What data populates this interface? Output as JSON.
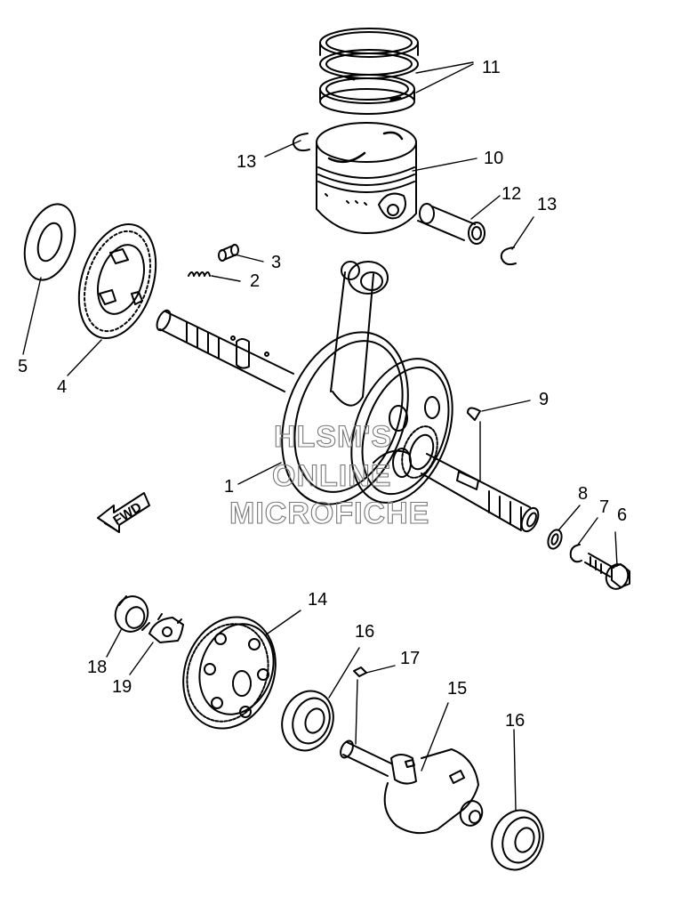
{
  "diagram": {
    "callouts": [
      {
        "id": "c1",
        "label": "1"
      },
      {
        "id": "c2",
        "label": "2"
      },
      {
        "id": "c3",
        "label": "3"
      },
      {
        "id": "c4",
        "label": "4"
      },
      {
        "id": "c5",
        "label": "5"
      },
      {
        "id": "c6",
        "label": "6"
      },
      {
        "id": "c7",
        "label": "7"
      },
      {
        "id": "c8",
        "label": "8"
      },
      {
        "id": "c9",
        "label": "9"
      },
      {
        "id": "c10",
        "label": "10"
      },
      {
        "id": "c11",
        "label": "11"
      },
      {
        "id": "c12",
        "label": "12"
      },
      {
        "id": "c13a",
        "label": "13"
      },
      {
        "id": "c13b",
        "label": "13"
      },
      {
        "id": "c14",
        "label": "14"
      },
      {
        "id": "c15",
        "label": "15"
      },
      {
        "id": "c16a",
        "label": "16"
      },
      {
        "id": "c16b",
        "label": "16"
      },
      {
        "id": "c17",
        "label": "17"
      },
      {
        "id": "c18",
        "label": "18"
      },
      {
        "id": "c19",
        "label": "19"
      }
    ],
    "direction_arrow": {
      "label": "FWD"
    },
    "watermark": {
      "line1": "HLSM'S",
      "line2": "ONLINE",
      "line3": "MICROFICHE"
    },
    "colors": {
      "line": "#000000",
      "background": "#ffffff",
      "watermark": "#777777"
    }
  }
}
